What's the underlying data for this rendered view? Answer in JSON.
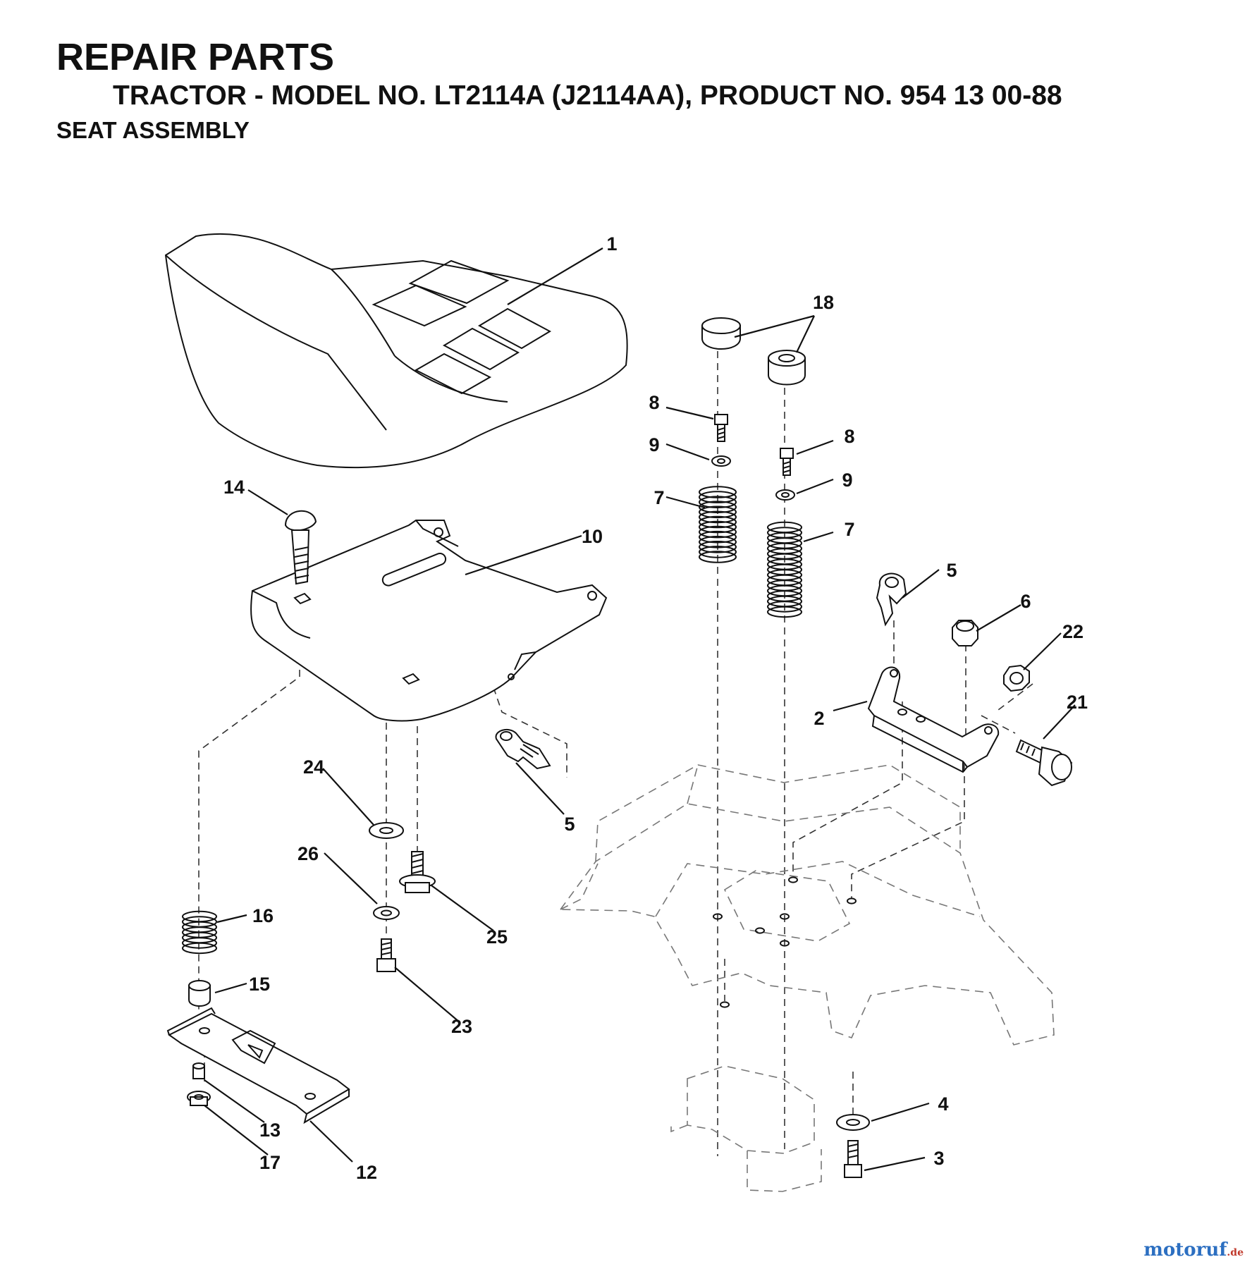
{
  "header": {
    "title": "REPAIR PARTS",
    "model_line": "TRACTOR - MODEL NO. LT2114A (J2114AA), PRODUCT NO. 954 13 00-88",
    "section": "SEAT ASSEMBLY"
  },
  "callouts": [
    "1",
    "2",
    "3",
    "4",
    "5",
    "5",
    "6",
    "7",
    "7",
    "8",
    "8",
    "9",
    "9",
    "10",
    "12",
    "13",
    "14",
    "15",
    "16",
    "17",
    "18",
    "21",
    "22",
    "23",
    "24",
    "25",
    "26"
  ],
  "watermark": {
    "text": "motoruf",
    "suffix": ".de",
    "colors": [
      "#2c6fc1",
      "#c0392b"
    ]
  }
}
